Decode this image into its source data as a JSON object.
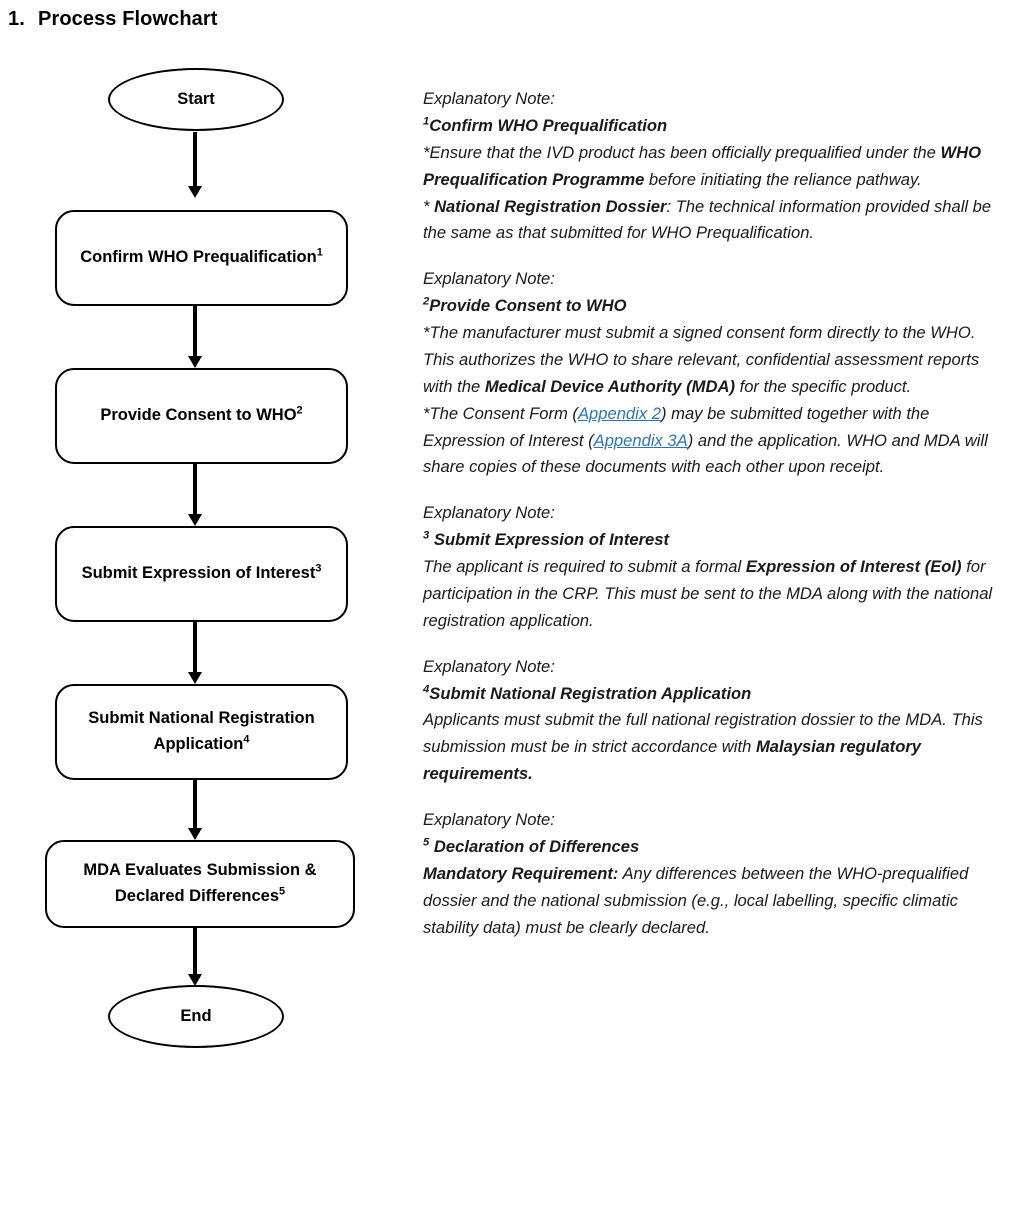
{
  "heading": {
    "number": "1.",
    "title": "Process Flowchart"
  },
  "flowchart": {
    "type": "flowchart",
    "orientation": "vertical",
    "nodes": [
      {
        "id": "start",
        "shape": "terminator",
        "label": "Start",
        "superscript": ""
      },
      {
        "id": "step1",
        "shape": "process",
        "label": "Confirm WHO Prequalification",
        "superscript": "1"
      },
      {
        "id": "step2",
        "shape": "process",
        "label": "Provide Consent to WHO",
        "superscript": "2"
      },
      {
        "id": "step3",
        "shape": "process",
        "label": "Submit Expression of Interest",
        "superscript": "3"
      },
      {
        "id": "step4",
        "shape": "process",
        "label": "Submit National Registration Application",
        "superscript": "4"
      },
      {
        "id": "step5",
        "shape": "process",
        "label": "MDA Evaluates Submission & Declared Differences",
        "superscript": "5"
      },
      {
        "id": "end",
        "shape": "terminator",
        "label": "End",
        "superscript": ""
      }
    ],
    "edges": [
      {
        "from": "start",
        "to": "step1"
      },
      {
        "from": "step1",
        "to": "step2"
      },
      {
        "from": "step2",
        "to": "step3"
      },
      {
        "from": "step3",
        "to": "step4"
      },
      {
        "from": "step4",
        "to": "step5"
      },
      {
        "from": "step5",
        "to": "end"
      }
    ]
  },
  "notes": {
    "label": "Explanatory Note:",
    "blocks": [
      {
        "marker": "1",
        "title": "Confirm WHO Prequalification",
        "paragraphs": [
          "*Ensure that the IVD product has been officially prequalified under the WHO Prequalification Programme before initiating the reliance pathway.",
          "* National Registration Dossier: The technical information provided shall be the same as that submitted for WHO Prequalification."
        ]
      },
      {
        "marker": "2",
        "title": "Provide Consent to WHO",
        "paragraphs": [
          "*The manufacturer must submit a signed consent form directly to the WHO. This authorizes the WHO to share relevant, confidential assessment reports with the Medical Device Authority (MDA) for the specific product.",
          "*The Consent Form (Appendix 2) may be submitted together with the Expression of Interest (Appendix 3A) and the application. WHO and MDA will share copies of these documents with each other upon receipt."
        ],
        "links": [
          "Appendix 2",
          "Appendix 3A"
        ]
      },
      {
        "marker": "3",
        "title": "Submit Expression of Interest",
        "paragraphs": [
          "The applicant is required to submit a formal Expression of Interest (EoI) for participation in the CRP. This must be sent to the MDA along with the national registration application."
        ]
      },
      {
        "marker": "4",
        "title": "Submit National Registration Application",
        "paragraphs": [
          "Applicants must submit the full national registration dossier to the MDA. This submission must be in strict accordance with Malaysian regulatory requirements."
        ]
      },
      {
        "marker": "5",
        "title": "Declaration of Differences",
        "paragraphs": [
          "Mandatory Requirement: Any differences between the WHO-prequalified dossier and the national submission (e.g., local labelling, specific climatic stability data) must be clearly declared."
        ]
      }
    ]
  },
  "colors": {
    "text": "#1a1a1a",
    "shape_border": "#000000",
    "shape_fill": "#ffffff",
    "hyperlink": "#2E74B5"
  }
}
